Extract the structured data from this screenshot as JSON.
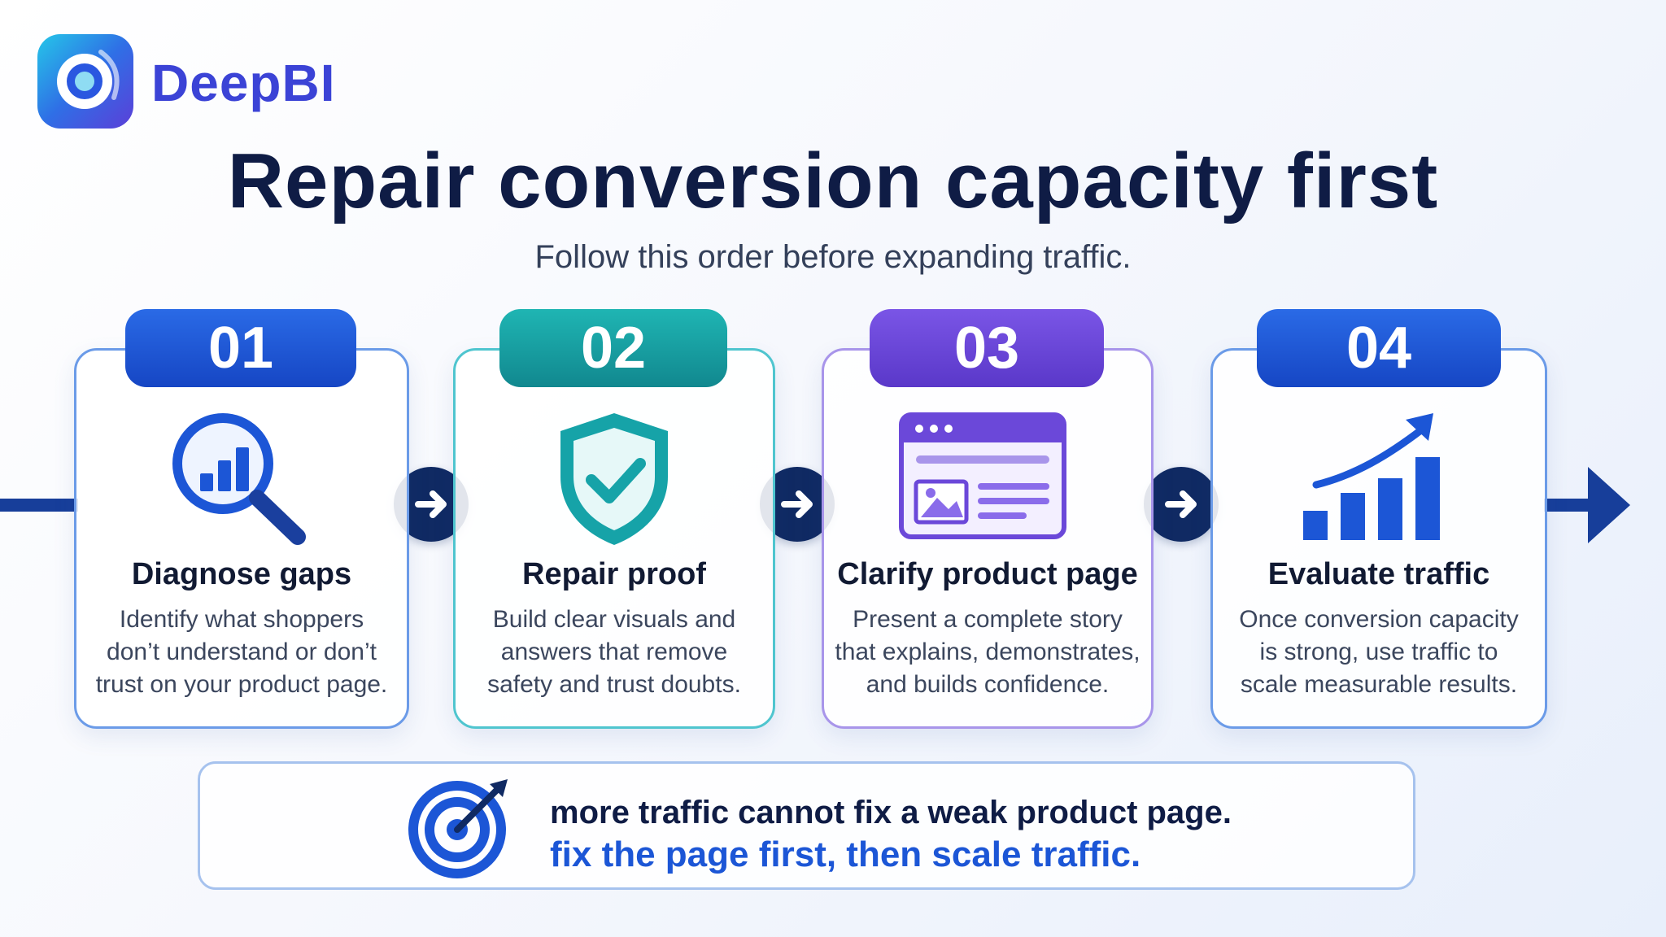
{
  "brand": {
    "name": "DeepBI"
  },
  "header": {
    "title": "Repair conversion capacity first",
    "subtitle": "Follow this order before expanding traffic."
  },
  "steps": [
    {
      "number": "01",
      "title": "Diagnose gaps",
      "description": [
        "Identify what shoppers",
        "don’t understand or don’t",
        "trust on your product page."
      ],
      "icon": "magnifier-chart-icon",
      "accent": "#1c56d6",
      "border": "#6b9be8"
    },
    {
      "number": "02",
      "title": "Repair proof",
      "description": [
        "Build clear visuals and",
        "answers that remove",
        "safety and trust doubts."
      ],
      "icon": "shield-check-icon",
      "accent": "#14a2a6",
      "border": "#4fc5cf"
    },
    {
      "number": "03",
      "title": "Clarify product page",
      "description": [
        "Present a complete story",
        "that explains, demonstrates,",
        "and builds confidence."
      ],
      "icon": "browser-page-icon",
      "accent": "#6b48d9",
      "border": "#a895ea"
    },
    {
      "number": "04",
      "title": "Evaluate traffic",
      "description": [
        "Once conversion capacity",
        "is strong, use traffic to",
        "scale measurable results."
      ],
      "icon": "growth-chart-icon",
      "accent": "#1c56d6",
      "border": "#6b9be8"
    }
  ],
  "callout": {
    "line1": "more traffic cannot fix a weak product page.",
    "line2": "fix the page first, then scale traffic.",
    "icon": "target-icon"
  },
  "colors": {
    "navy": "#102a63",
    "blue": "#1c56d6",
    "teal": "#14a2a6",
    "purple": "#6b48d9"
  }
}
